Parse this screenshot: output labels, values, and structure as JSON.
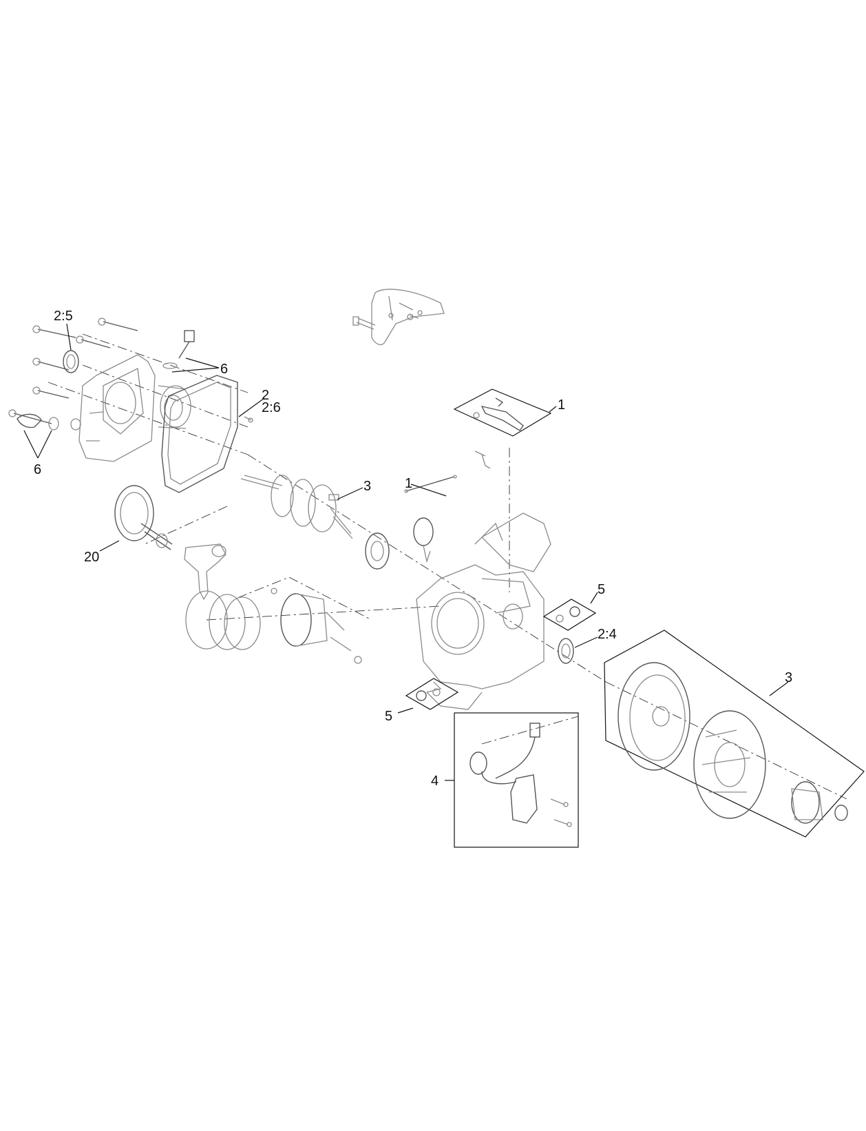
{
  "callouts": {
    "c_2_5": "2:5",
    "c_6_top": "6",
    "c_2": "2",
    "c_2_6": "2:6",
    "c_6_left": "6",
    "c_1_box": "1",
    "c_1_dipstick": "1",
    "c_3_crank": "3",
    "c_20": "20",
    "c_5_right": "5",
    "c_2_4": "2:4",
    "c_3_flywheel": "3",
    "c_5_lower": "5",
    "c_4": "4"
  }
}
